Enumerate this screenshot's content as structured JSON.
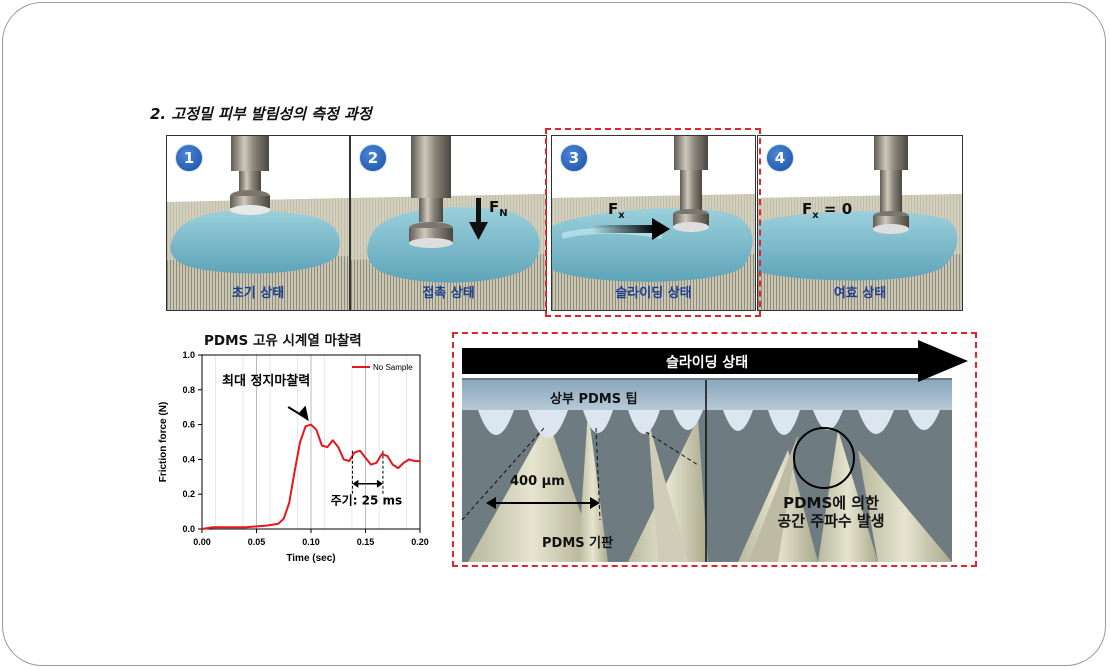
{
  "heading": "2. 고정밀 피부 발림성의  측정 과정",
  "steps": [
    {
      "num": "1",
      "caption": "초기 상태"
    },
    {
      "num": "2",
      "caption": "접촉 상태",
      "force": "F",
      "force_sub": "N"
    },
    {
      "num": "3",
      "caption": "슬라이딩 상태",
      "force": "F",
      "force_sub": "x"
    },
    {
      "num": "4",
      "caption": "여효 상태",
      "force": "F",
      "force_sub": "x",
      "force_suffix": " = 0"
    }
  ],
  "chart": {
    "title": "PDMS 고유 시계열 마찰력",
    "annotation_peak": "최대 정지마찰력",
    "annotation_period": "주기: 25 ms",
    "legend": "No Sample",
    "line_color": "#e8161c"
  },
  "chart_data": {
    "type": "line",
    "xlabel": "Time (sec)",
    "ylabel": "Friction force (N)",
    "xlim": [
      0.0,
      0.2
    ],
    "ylim": [
      0.0,
      1.0
    ],
    "x_ticks": [
      "0.00",
      "0.05",
      "0.10",
      "0.15",
      "0.20"
    ],
    "y_ticks": [
      "0.0",
      "0.2",
      "0.4",
      "0.6",
      "0.8",
      "1.0"
    ],
    "series": [
      {
        "name": "No Sample",
        "x": [
          0.0,
          0.01,
          0.02,
          0.03,
          0.04,
          0.05,
          0.06,
          0.07,
          0.075,
          0.08,
          0.085,
          0.09,
          0.095,
          0.1,
          0.105,
          0.11,
          0.115,
          0.12,
          0.125,
          0.13,
          0.135,
          0.14,
          0.145,
          0.15,
          0.155,
          0.16,
          0.165,
          0.17,
          0.175,
          0.18,
          0.185,
          0.19,
          0.195,
          0.2
        ],
        "y": [
          0.0,
          0.01,
          0.01,
          0.01,
          0.01,
          0.015,
          0.02,
          0.03,
          0.06,
          0.15,
          0.33,
          0.5,
          0.59,
          0.6,
          0.57,
          0.48,
          0.47,
          0.51,
          0.47,
          0.4,
          0.39,
          0.44,
          0.45,
          0.41,
          0.37,
          0.38,
          0.43,
          0.42,
          0.37,
          0.35,
          0.38,
          0.4,
          0.39,
          0.39
        ]
      }
    ]
  },
  "sliding": {
    "banner": "슬라이딩 상태",
    "tip_label": "상부 PDMS 팁",
    "distance_label": "400 μm",
    "substrate_label": "PDMS 기판",
    "note_line1": "PDMS에 의한",
    "note_line2": "공간 주파수 발생"
  },
  "colors": {
    "highlight_dash": "#e0262b",
    "caption_blue": "#1d3f8f",
    "gel": "#7fbccb",
    "banner": "#000000"
  }
}
